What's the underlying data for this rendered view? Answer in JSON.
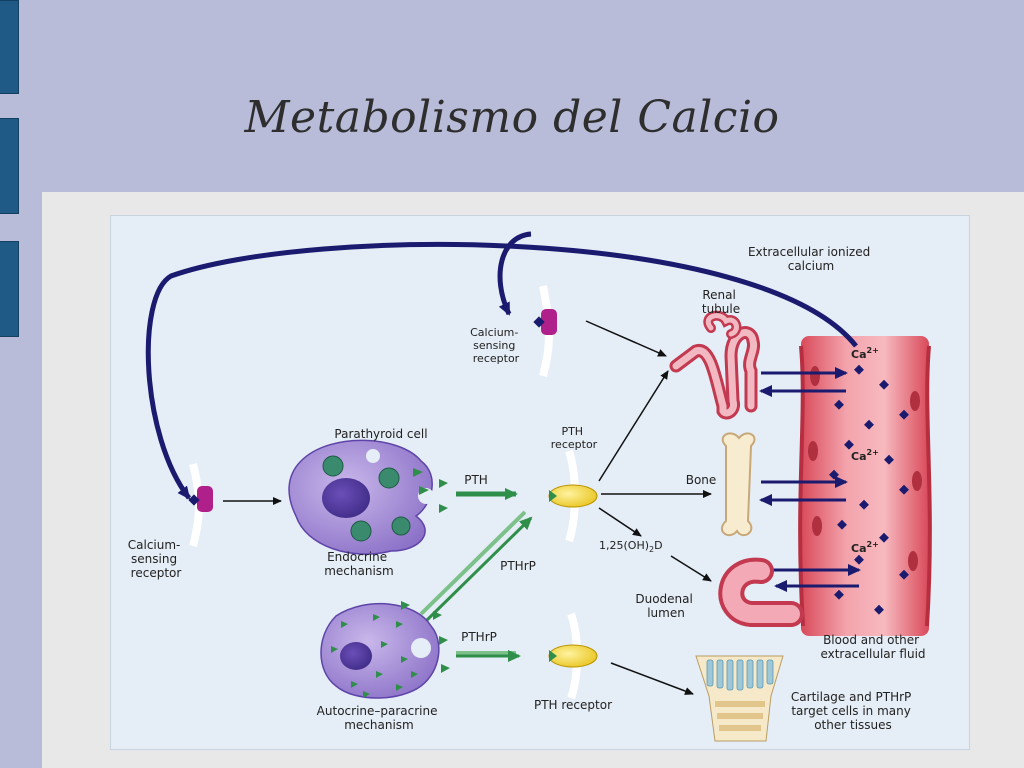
{
  "slide": {
    "title": "Metabolismo del Calcio"
  },
  "diagram": {
    "labels": {
      "extracellular": [
        "Extracellular ionized",
        "calcium"
      ],
      "renal": [
        "Renal",
        "tubule"
      ],
      "bone": "Bone",
      "vitd": "1,25(OH)",
      "vitd_sub": "2",
      "vitd_end": "D",
      "duodenal": [
        "Duodenal",
        "lumen"
      ],
      "blood": [
        "Blood and other",
        "extracellular fluid"
      ],
      "cartilage": [
        "Cartilage and PTHrP",
        "target cells in many",
        "other tissues"
      ],
      "casr_top": [
        "Calcium-",
        "sensing",
        "receptor"
      ],
      "casr_left": [
        "Calcium-",
        "sensing",
        "receptor"
      ],
      "parathyroid": "Parathyroid cell",
      "endocrine": [
        "Endocrine",
        "mechanism"
      ],
      "pth": "PTH",
      "pthr_top": [
        "PTH",
        "receptor"
      ],
      "pthrp_diag": "PTHrP",
      "pthrp": "PTHrP",
      "autocrine": [
        "Autocrine–paracrine",
        "mechanism"
      ],
      "pthr_bottom": "PTH receptor",
      "ca1": "Ca",
      "ca2": "Ca",
      "ca3": "Ca",
      "ca_charge": "2+"
    }
  }
}
